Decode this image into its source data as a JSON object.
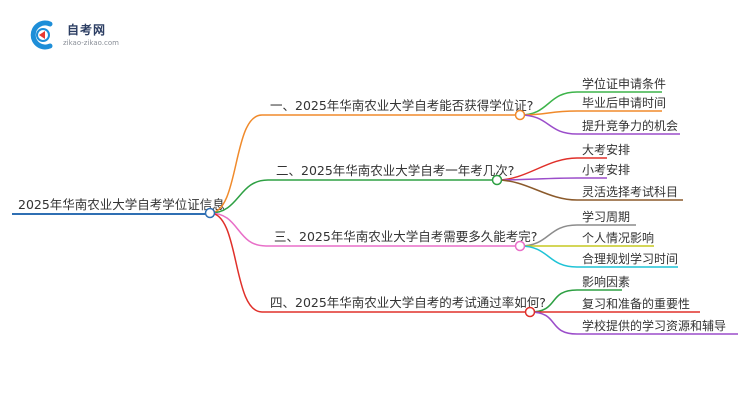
{
  "logo": {
    "title": "自考网",
    "url": "zikao-zikao.com",
    "colors": {
      "blue": "#1e8ed8",
      "red": "#e8372f"
    }
  },
  "root": {
    "label": "2025年华南农业大学自考学位证信息"
  },
  "branches": [
    {
      "label": "一、2025年华南农业大学自考能否获得学位证?",
      "color": "#f08a2b",
      "leaves": [
        {
          "label": "学位证申请条件",
          "color": "#3db44a"
        },
        {
          "label": "毕业后申请时间",
          "color": "#f08a2b"
        },
        {
          "label": "提升竞争力的机会",
          "color": "#9b4dca"
        }
      ]
    },
    {
      "label": "二、2025年华南农业大学自考一年考几次?",
      "color": "#2ea043",
      "leaves": [
        {
          "label": "大考安排",
          "color": "#e0302a"
        },
        {
          "label": "小考安排",
          "color": "#9b4dca"
        },
        {
          "label": "灵活选择考试科目",
          "color": "#8b5a2b"
        }
      ]
    },
    {
      "label": "三、2025年华南农业大学自考需要多久能考完?",
      "color": "#e86fc8",
      "leaves": [
        {
          "label": "学习周期",
          "color": "#8c8c8c"
        },
        {
          "label": "个人情况影响",
          "color": "#c5c920"
        },
        {
          "label": "合理规划学习时间",
          "color": "#1fc3d6"
        }
      ]
    },
    {
      "label": "四、2025年华南农业大学自考的考试通过率如何?",
      "color": "#e0302a",
      "leaves": [
        {
          "label": "影响因素",
          "color": "#2ea043"
        },
        {
          "label": "复习和准备的重要性",
          "color": "#e0302a"
        },
        {
          "label": "学校提供的学习资源和辅导",
          "color": "#9b4dca"
        }
      ]
    }
  ],
  "root_color": "#2f6fb3"
}
